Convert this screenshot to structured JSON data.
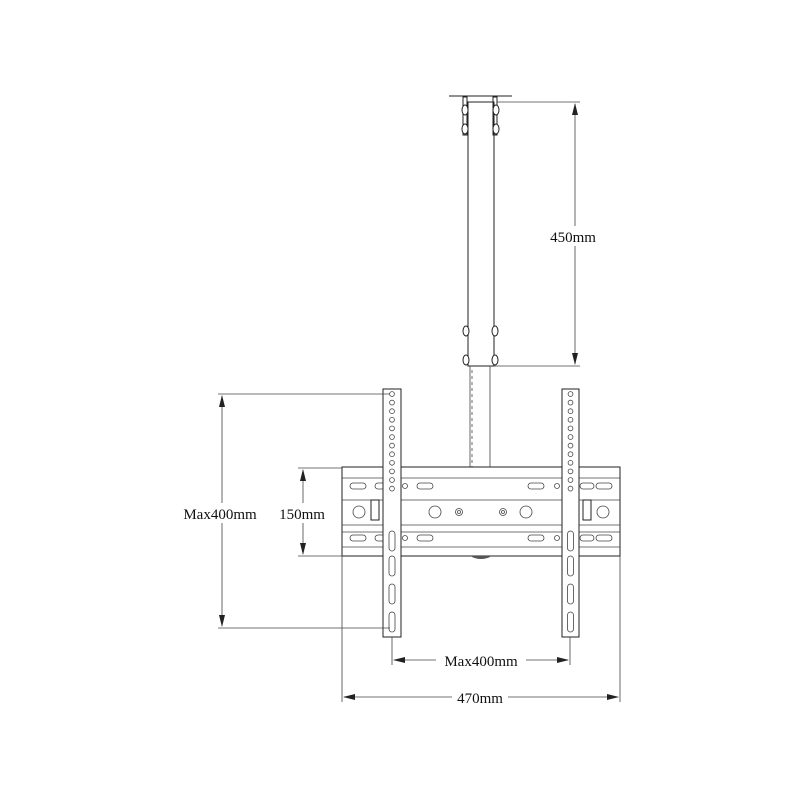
{
  "title": "Ceiling TV mount dimension drawing",
  "dimensions": {
    "pole_height": "450mm",
    "max_vesa_height": "Max400mm",
    "bracket_height": "150mm",
    "max_vesa_width": "Max400mm",
    "bracket_width": "470mm"
  }
}
